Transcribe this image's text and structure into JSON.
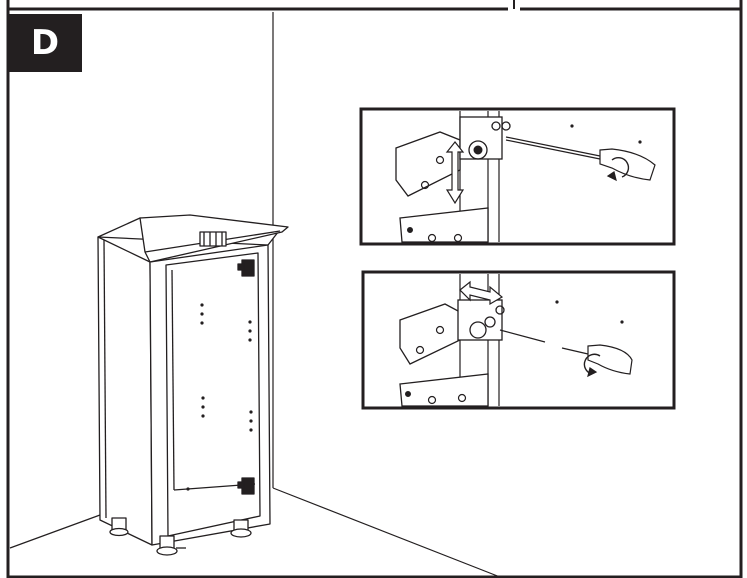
{
  "step": {
    "letter": "D"
  },
  "colors": {
    "ink": "#231f20",
    "paper": "#ffffff",
    "shade": "#9a9a9a"
  },
  "insets": [
    {
      "name": "height-adjustment",
      "tool": "screwdriver",
      "motion": "vertical-arrow",
      "rotation": "clockwise"
    },
    {
      "name": "depth-adjustment",
      "tool": "screwdriver",
      "motion": "horizontal-arrow",
      "rotation": "counter-clockwise"
    }
  ]
}
